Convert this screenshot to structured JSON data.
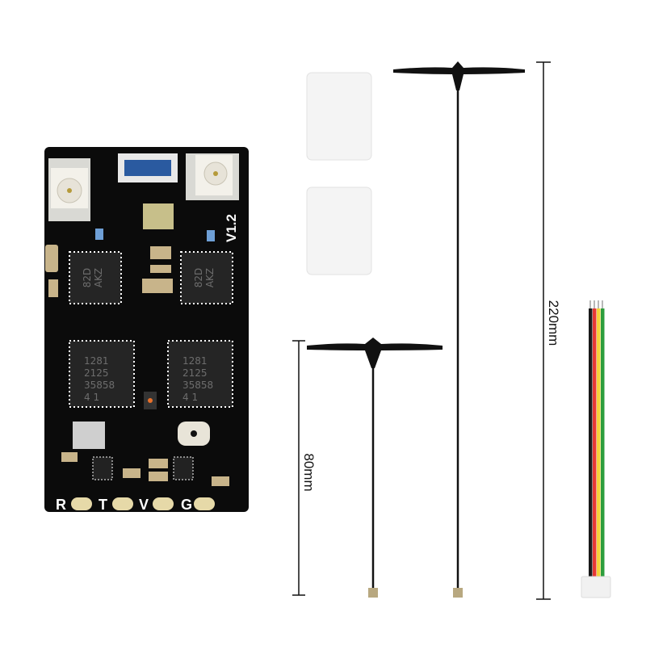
{
  "board": {
    "version_label": "V1.2",
    "rf_chip_lines": [
      "82D",
      "AKZ"
    ],
    "radio_chip_lines": [
      "1281",
      "2125",
      "35858",
      "4 1"
    ],
    "pad_labels": [
      "R",
      "T",
      "V",
      "G"
    ],
    "colors": {
      "pcb": "#0b0b0b",
      "silkscreen": "#ffffff",
      "pad": "#e6d9a8"
    }
  },
  "dimensions": {
    "short_antenna": "80mm",
    "long_antenna": "220mm"
  },
  "cable": {
    "wire_colors": [
      "#1a1a1a",
      "#e53935",
      "#f2d23a",
      "#2e9e3e"
    ]
  },
  "icons": {
    "receiver_board": "pcb-icon",
    "antenna": "t-antenna-icon",
    "heat_shrink": "heat-shrink-tube-icon",
    "cable": "jst-cable-icon"
  }
}
